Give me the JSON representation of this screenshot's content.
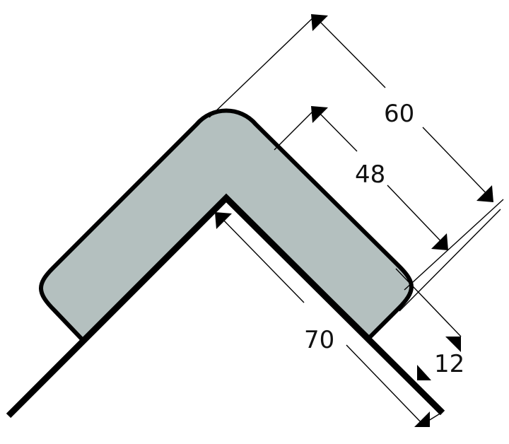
{
  "colors": {
    "profile_fill": "#b4c0bf",
    "outline": "#000000",
    "background": "#ffffff"
  },
  "dimensions": {
    "outer_leg": "60",
    "inner_leg": "48",
    "base_leg": "70",
    "thickness": "12"
  }
}
